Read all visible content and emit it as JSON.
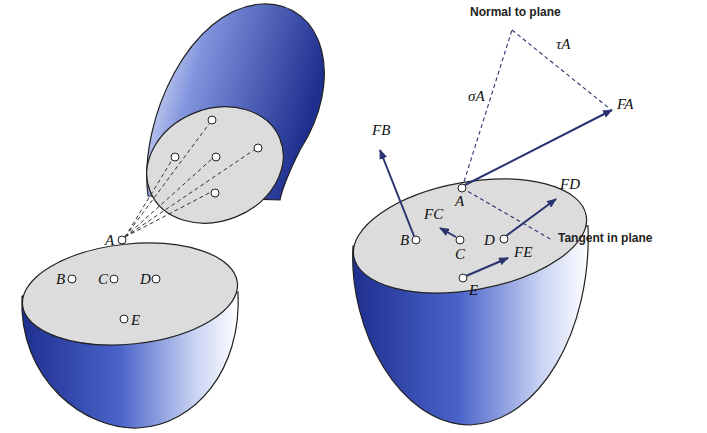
{
  "diagram": {
    "labels": [
      "A",
      "B",
      "C",
      "D",
      "E",
      "Normal to plane",
      "τA",
      "σA",
      "FA",
      "FB",
      "FC",
      "FD",
      "FE",
      "A",
      "B",
      "C",
      "D",
      "E",
      "Tangent in plane"
    ]
  }
}
